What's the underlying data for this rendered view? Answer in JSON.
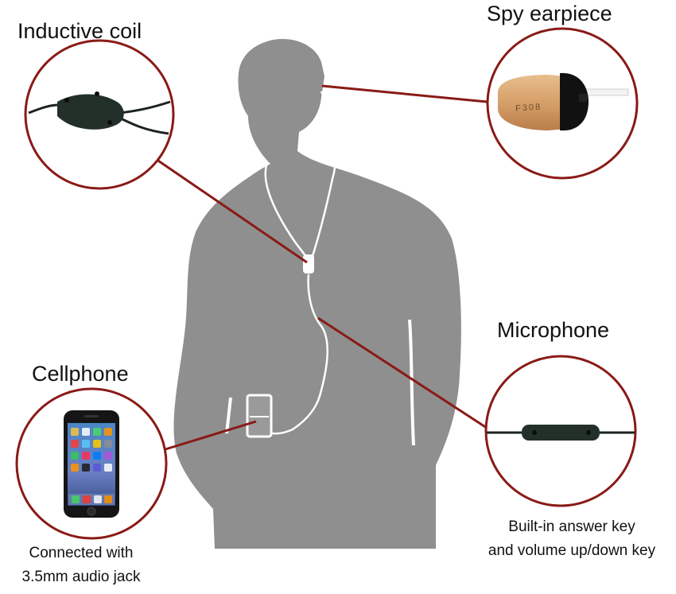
{
  "labels": {
    "inductive_coil": "Inductive coil",
    "spy_earpiece": "Spy earpiece",
    "microphone": "Microphone",
    "cellphone": "Cellphone",
    "cellphone_caption_line1": "Connected with",
    "cellphone_caption_line2": "3.5mm audio jack",
    "microphone_caption_line1": "Built-in answer key",
    "microphone_caption_line2": "and volume up/down key"
  },
  "earpiece_marking": "F308",
  "colors": {
    "silhouette": "#8f8f8f",
    "callout_line": "#8a1a16",
    "circle_stroke": "#8a1a16",
    "wire": "#ffffff",
    "earpiece_skin": "#d9a772",
    "earpiece_cap": "#111111",
    "component": "#1e2a22"
  },
  "icons": [
    "person-silhouette",
    "inductive-coil-icon",
    "earpiece-icon",
    "microphone-icon",
    "smartphone-icon"
  ]
}
